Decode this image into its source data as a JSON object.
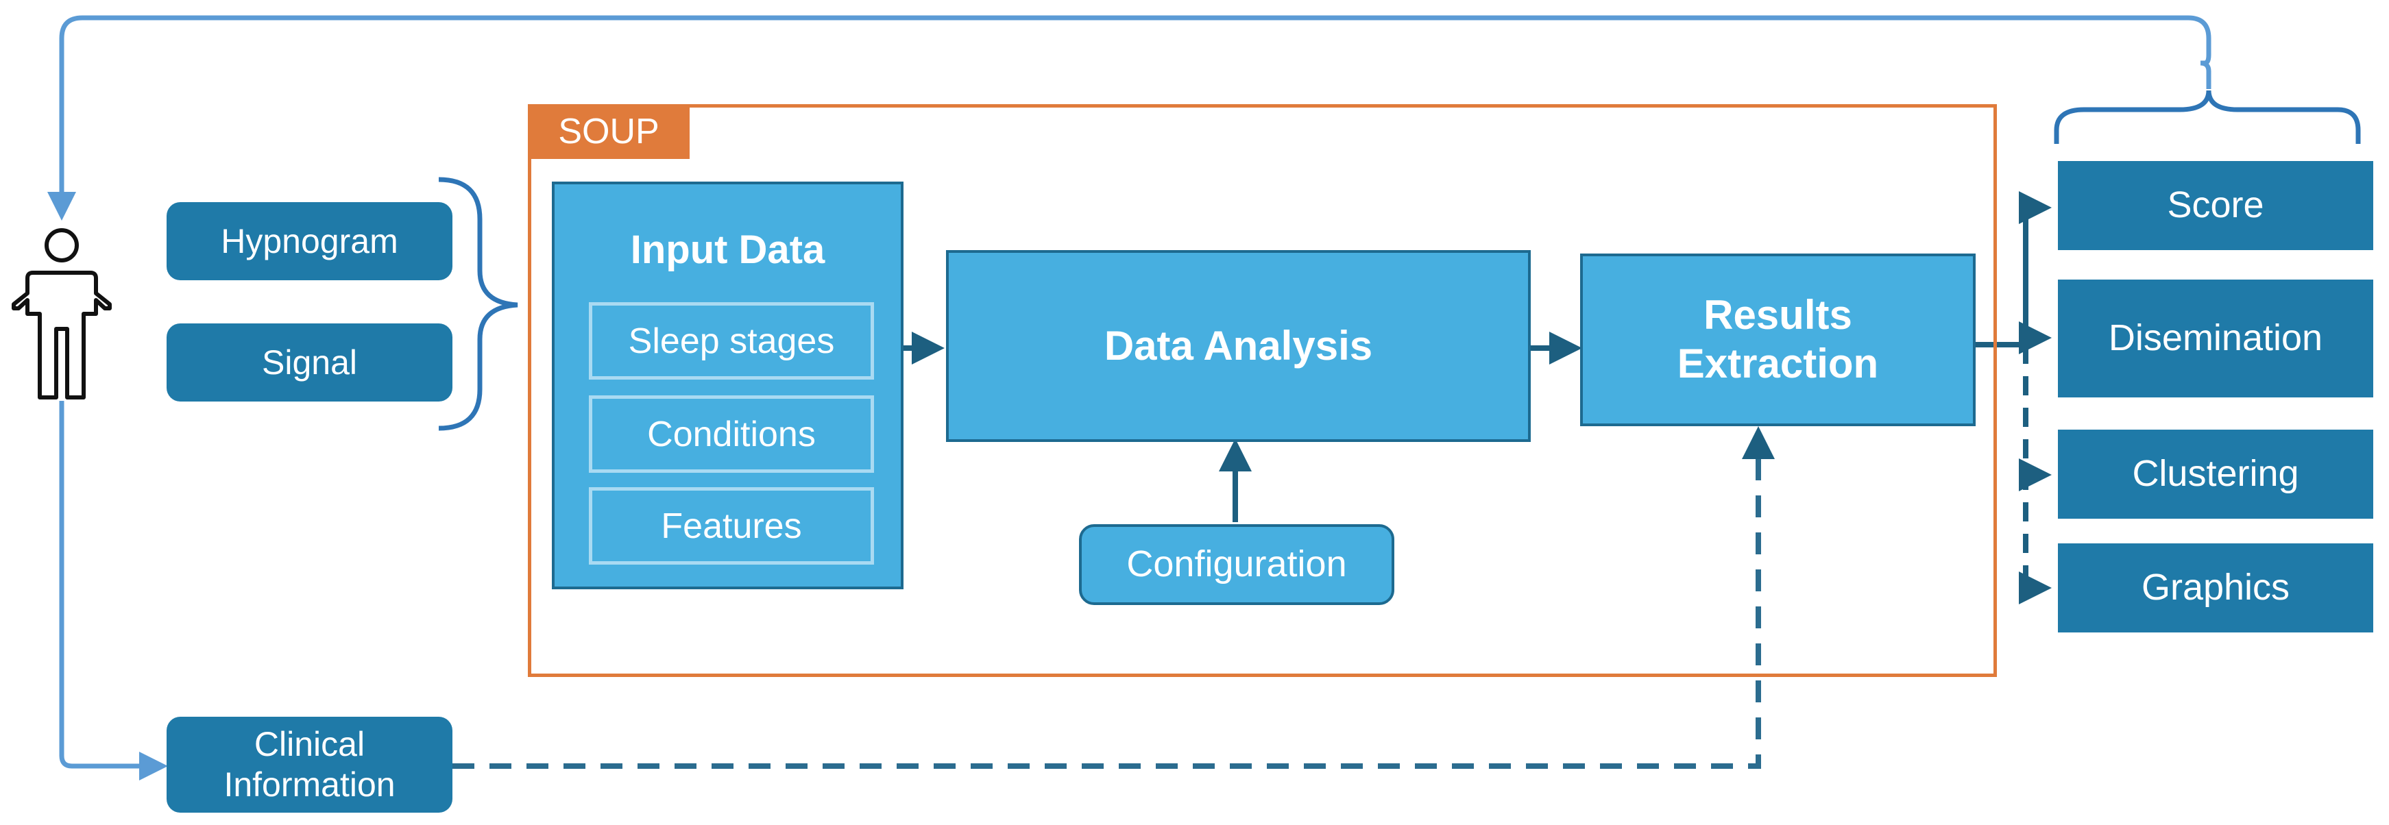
{
  "inputs": {
    "hypnogram": "Hypnogram",
    "signal": "Signal",
    "clinical_information": "Clinical\nInformation"
  },
  "soup": {
    "label": "SOUP",
    "input_data": {
      "title": "Input Data",
      "items": [
        "Sleep stages",
        "Conditions",
        "Features"
      ]
    },
    "data_analysis": "Data Analysis",
    "configuration": "Configuration",
    "results_extraction": "Results\nExtraction"
  },
  "outputs": [
    "Score",
    "Disemination",
    "Clustering",
    "Graphics"
  ],
  "colors": {
    "dark_box": "#1f7aa8",
    "light_box": "#47afe0",
    "light_border": "#1d6a90",
    "soup_frame": "#e07b3b",
    "feedback_line": "#5b9bd5",
    "arrow": "#1d5f80",
    "dashed_line": "#2b6c8f"
  },
  "icons": [
    "person-icon"
  ]
}
